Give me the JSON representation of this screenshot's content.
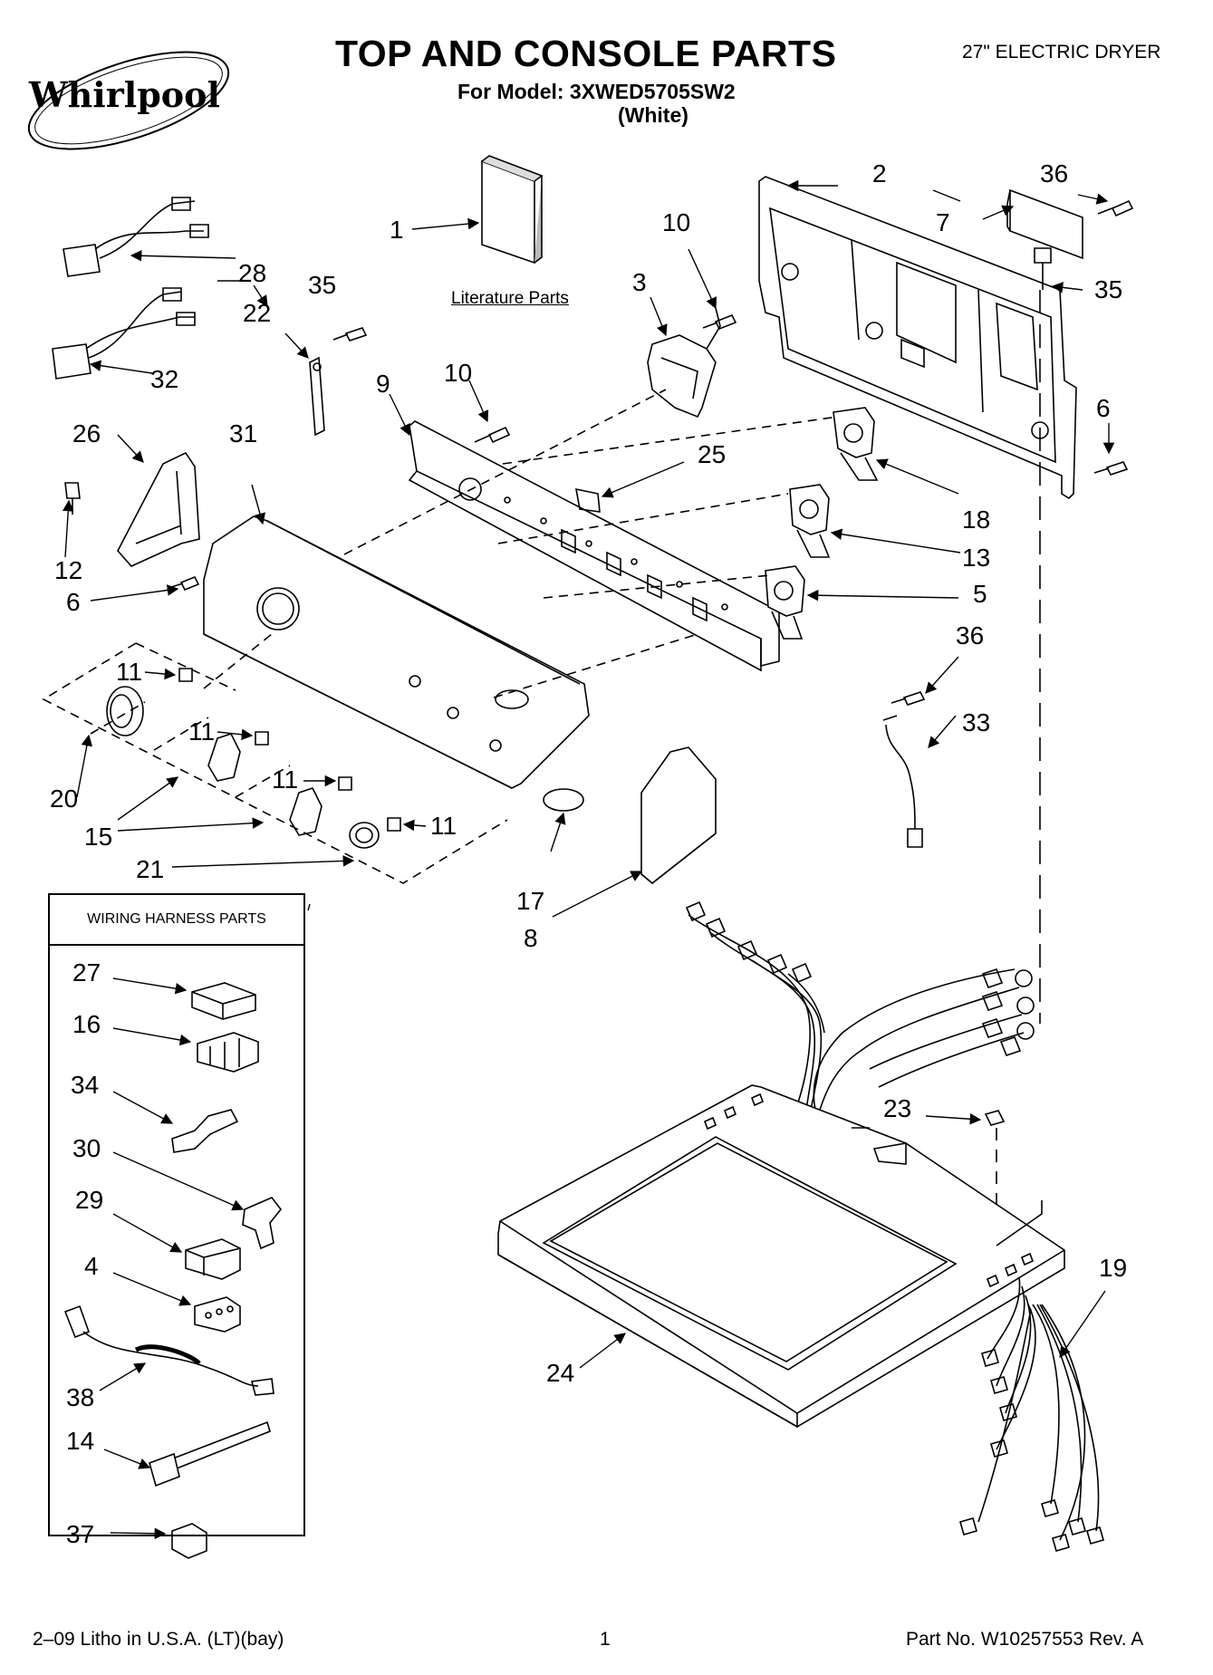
{
  "header": {
    "brand": "Whirlpool",
    "title": "TOP AND CONSOLE PARTS",
    "model_line": "For Model: 3XWED5705SW2",
    "color_line": "(White)",
    "product": "27\" ELECTRIC DRYER"
  },
  "literature_label": "Literature Parts",
  "wiring_box_title": "WIRING HARNESS PARTS",
  "callouts": {
    "c1": "1",
    "c2": "2",
    "c3": "3",
    "c4": "4",
    "c5": "5",
    "c6a": "6",
    "c6b": "6",
    "c7": "7",
    "c8": "8",
    "c9": "9",
    "c10a": "10",
    "c10b": "10",
    "c11a": "11",
    "c11b": "11",
    "c11c": "11",
    "c11d": "11",
    "c12": "12",
    "c13": "13",
    "c14": "14",
    "c15": "15",
    "c16": "16",
    "c17": "17",
    "c18": "18",
    "c19": "19",
    "c20": "20",
    "c21": "21",
    "c22": "22",
    "c23": "23",
    "c24": "24",
    "c25": "25",
    "c26": "26",
    "c27": "27",
    "c28": "28",
    "c29": "29",
    "c30": "30",
    "c31": "31",
    "c32": "32",
    "c33": "33",
    "c34": "34",
    "c35a": "35",
    "c35b": "35",
    "c36a": "36",
    "c36b": "36",
    "c37": "37",
    "c38": "38"
  },
  "footer": {
    "litho": "2–09 Litho in U.S.A. (LT)(bay)",
    "page": "1",
    "part_no": "Part No. W10257553 Rev. A"
  }
}
